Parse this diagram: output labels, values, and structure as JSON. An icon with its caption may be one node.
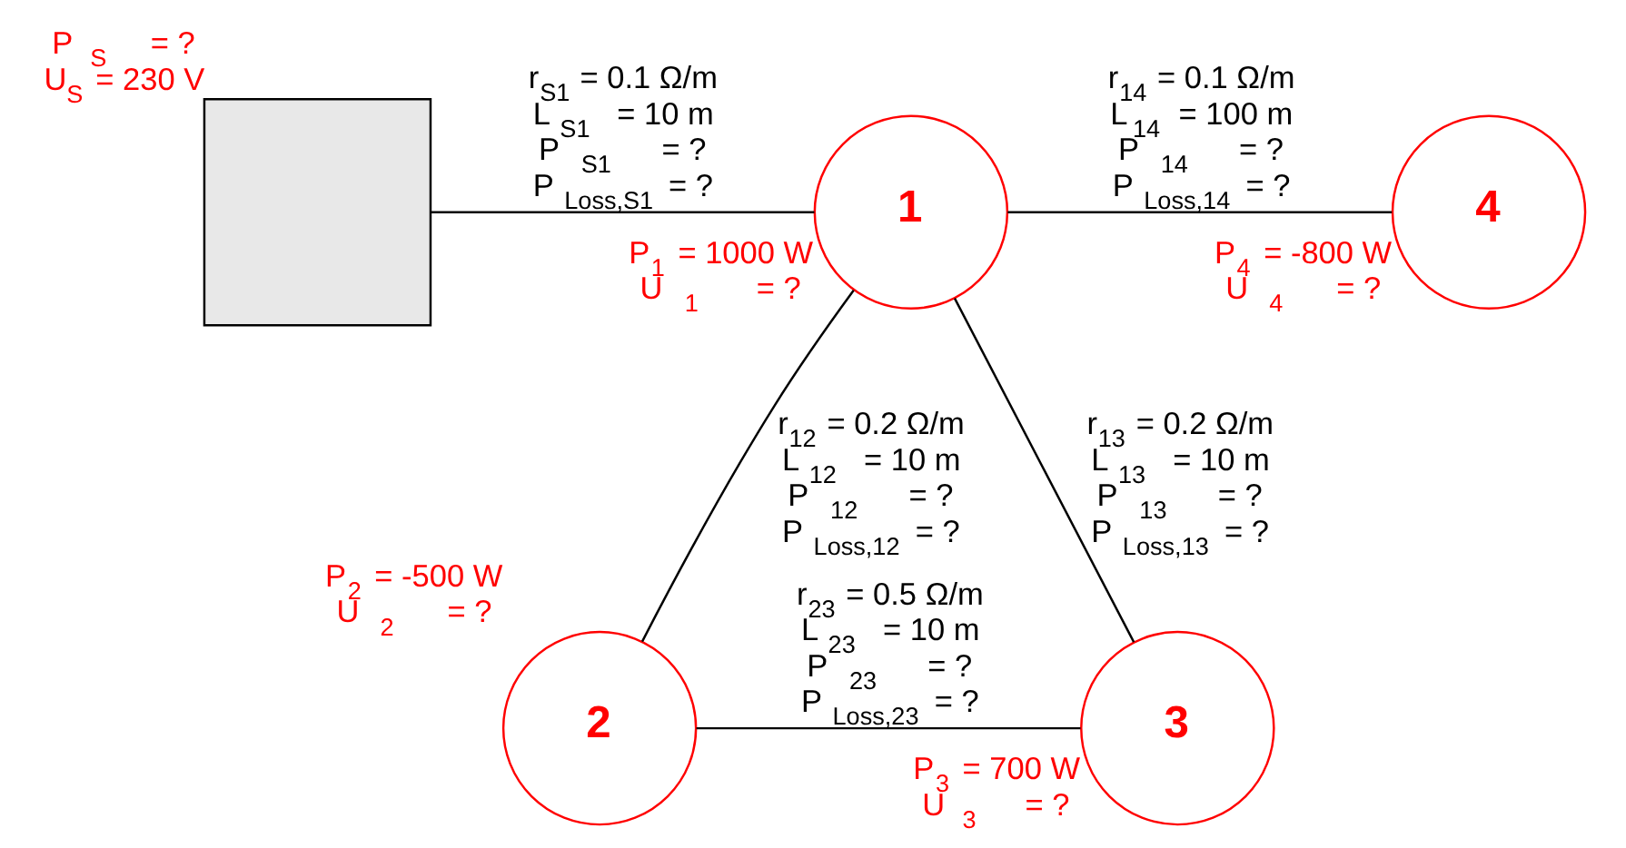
{
  "diagram": {
    "nodes": [
      {
        "text": [],
        "shape": "box",
        "beside": [
          "P$_{S}$ = ?",
          "U$_{S}$ = 230 V"
        ]
      },
      {
        "text": [
          "1"
        ],
        "beside": [
          "P$_{1}$ = 1000 W",
          "U$_{1}$ = ?"
        ]
      },
      {
        "text": [
          "2"
        ],
        "beside": [
          "P$_{2}$ = -500 W",
          "U$_{2}$ = ?"
        ]
      },
      {
        "text": [
          "3"
        ],
        "beside": [
          "P$_{3}$ = 700 W",
          "U$_{3}$ = ?"
        ]
      },
      {
        "text": [
          "4"
        ],
        "beside": [
          "P$_{4}$ = -800 W",
          "U$_{4}$ = ?"
        ]
      }
    ],
    "edges": [
      {
        "from": 0,
        "to": 1,
        "arrow": "none",
        "label": "r$_{S1}$ = 0.1 Ω/m L$_{S1}$ = 10 m P$_{S1}$ = ? P$_{Loss,S1}$ = ?"
      },
      {
        "from": 1,
        "to": 4,
        "arrow": "none",
        "label": "r$_{14}$ = 0.1 Ω/m L$_{14}$ = 100 m P$_{14}$ = ? P$_{Loss,14}$ = ?"
      },
      {
        "from": 1,
        "to": 2,
        "arrow": "none",
        "label": "r$_{12}$ = 0.2 Ω/m L$_{12}$ = 10 m P$_{12}$ = ? P$_{Loss,12}$ = ?"
      },
      {
        "from": 1,
        "to": 3,
        "arrow": "none",
        "label": "r$_{13}$ = 0.2 Ω/m L$_{13}$ = 10 m P$_{13}$ = ? P$_{Loss,13}$ = ?"
      },
      {
        "from": 2,
        "to": 3,
        "arrow": "none",
        "label": "r$_{23}$ = 0.5 Ω/m L$_{23}$ = 10 m P$_{23}$ = ? P$_{Loss,23}$ = ?"
      }
    ]
  }
}
